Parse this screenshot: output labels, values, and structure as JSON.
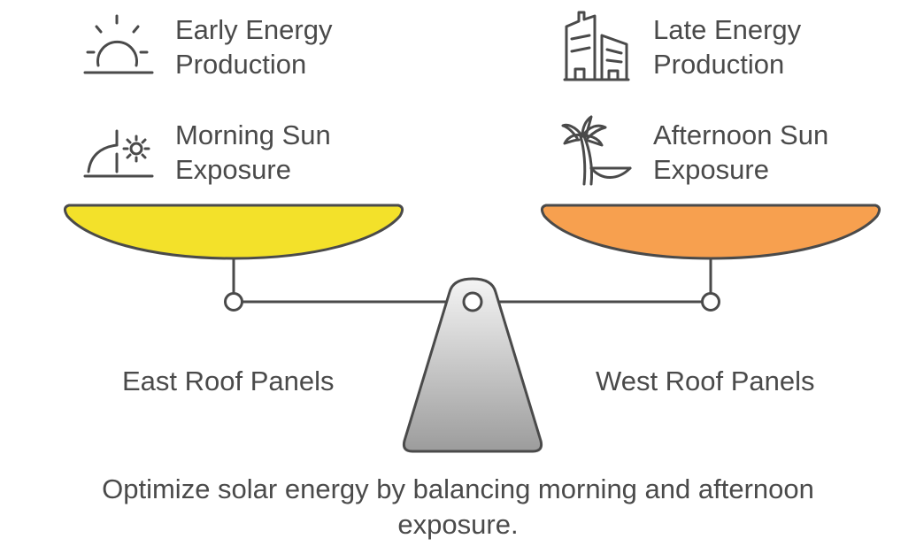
{
  "left": {
    "top_item": {
      "line1": "Early Energy",
      "line2": "Production",
      "icon": "sunrise-icon"
    },
    "mid_item": {
      "line1": "Morning Sun",
      "line2": "Exposure",
      "icon": "morning-sun-icon"
    },
    "panel_label": "East Roof Panels",
    "pan_color": "#f3e12a"
  },
  "right": {
    "top_item": {
      "line1": "Late Energy",
      "line2": "Production",
      "icon": "city-buildings-icon"
    },
    "mid_item": {
      "line1": "Afternoon Sun",
      "line2": "Exposure",
      "icon": "palm-hammock-icon"
    },
    "panel_label": "West Roof Panels",
    "pan_color": "#f7a04f"
  },
  "caption": {
    "line1": "Optimize solar energy by balancing morning and afternoon",
    "line2": "exposure."
  },
  "colors": {
    "stroke": "#4a4a4a",
    "fulcrum_top": "#f2f2f2",
    "fulcrum_bottom": "#9a9a9a"
  }
}
